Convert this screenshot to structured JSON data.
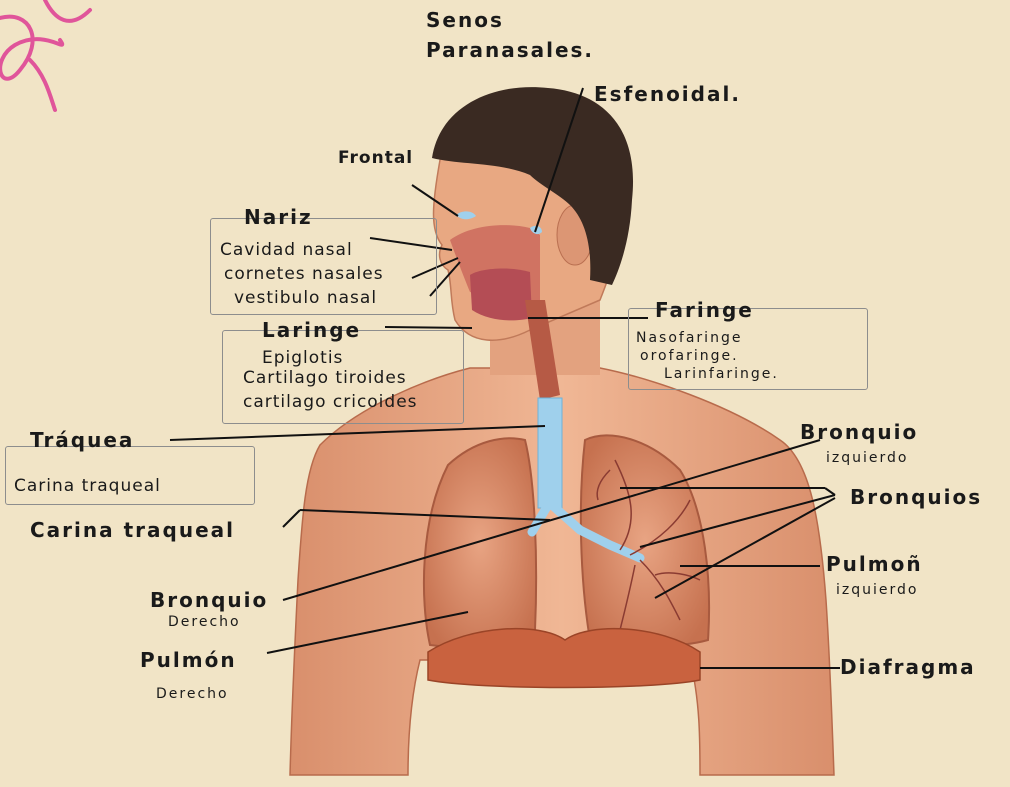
{
  "labels": {
    "senos_title_1": "Senos",
    "senos_title_2": "Paranasales.",
    "esfenoidal": "Esfenoidal.",
    "frontal": "Frontal",
    "nariz": "Nariz",
    "cavidad_nasal": "Cavidad nasal",
    "cornetes_nasales": "cornetes nasales",
    "vestibulo_nasal": "vestibulo nasal",
    "laringe": "Laringe",
    "epiglotis": "Epiglotis",
    "cartilago_tiroides": "Cartilago tiroides",
    "cartilago_cricoides": "cartilago cricoides",
    "faringe": "Faringe",
    "nasofaringe": "Nasofaringe",
    "orofaringe": "orofaringe.",
    "larinfaringe": "Larinfaringe.",
    "traquea": "Tráquea",
    "carina_traqueal_box": "Carina traqueal",
    "carina_traqueal": "Carina traqueal",
    "bronquio_izq": "Bronquio",
    "izquierdo_1": "izquierdo",
    "bronquios": "Bronquios",
    "pulmon_izq": "Pulmoñ",
    "izquierdo_2": "izquierdo",
    "bronquio_der": "Bronquio",
    "derecho_1": "Derecho",
    "pulmon_der": "Pulmón",
    "derecho_2": "Derecho",
    "diafragma": "Diafragma"
  },
  "colors": {
    "paper": "#f1e4c6",
    "skin": "#e8a882",
    "skin_dark": "#c97a58",
    "hair": "#3a2a22",
    "lung": "#d88866",
    "trachea": "#9fd0ec",
    "diaphragm": "#c9623f",
    "marker": "#e0559a"
  }
}
